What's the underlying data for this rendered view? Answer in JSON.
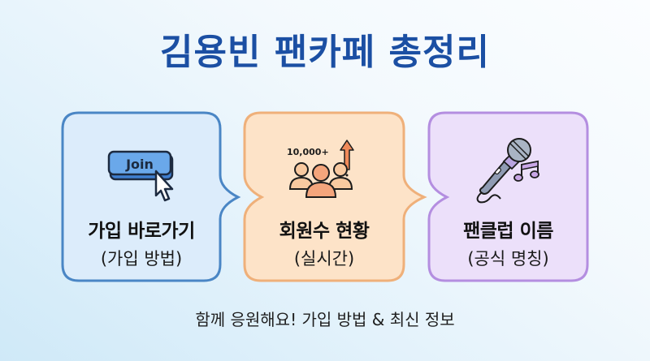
{
  "header": {
    "title": "김용빈 팬카페 총정리"
  },
  "cards": [
    {
      "label": "가입 바로가기",
      "sub": "(가입 방법)",
      "icon": "join-button-cursor-icon",
      "icon_text": "Join",
      "bg": "#dcecfb",
      "border": "#4a86c5"
    },
    {
      "label": "회원수 현황",
      "sub": "(실시간)",
      "icon": "members-growth-icon",
      "icon_text": "10,000+",
      "bg": "#fde3c8",
      "border": "#efb07a"
    },
    {
      "label": "팬클럽 이름",
      "sub": "(공식 명칭)",
      "icon": "microphone-music-icon",
      "bg": "#ece0fa",
      "border": "#b48ee0"
    }
  ],
  "footer": {
    "text": "함께 응원해요! 가입 방법 & 최신 정보"
  }
}
